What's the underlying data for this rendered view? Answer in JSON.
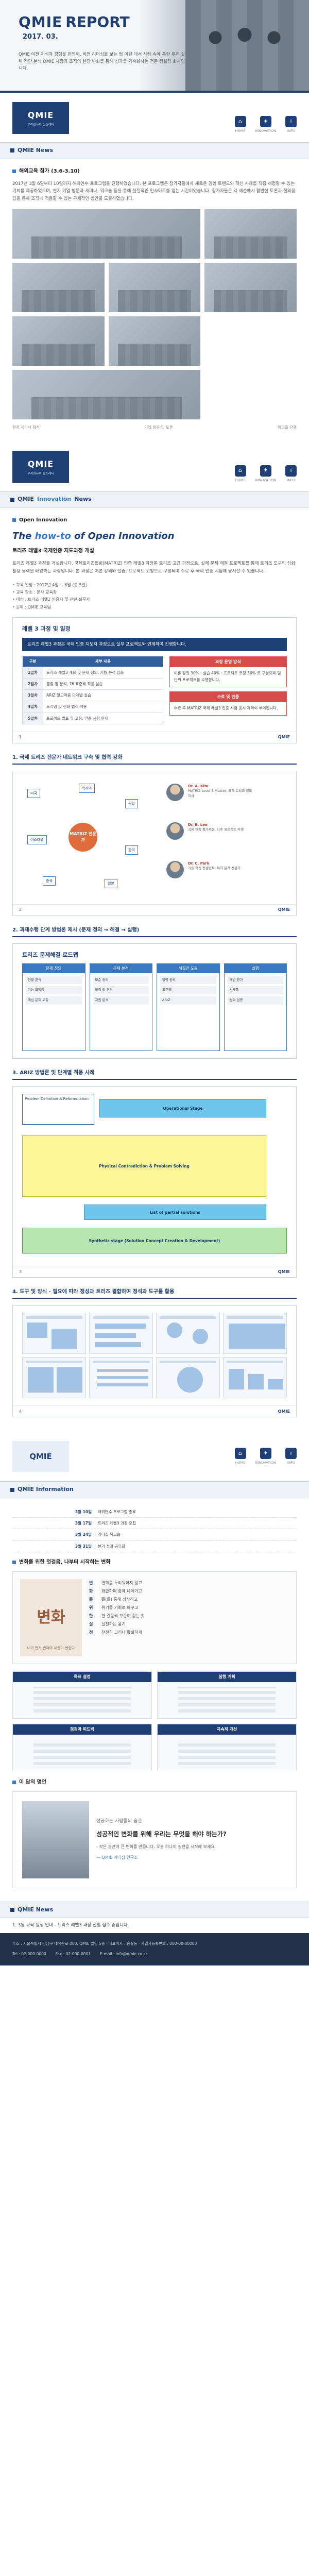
{
  "header": {
    "logo_main": "QMIE",
    "logo_report": "REPORT",
    "issue_date": "2017. 03.",
    "description": "QMIE 이전 지식과 경험을 반영해, 비전 리더십을 보는 법 이런 데서 사람 속에 통한 우리 실력 진단 분석 QMIE 사람과 조직의 현장 변화를 통해 성과를 가속화하는 전문 컨설팅 회사입니다."
  },
  "company": {
    "logo_main": "QMIE",
    "logo_sub": "우리회사의 뉴스레터",
    "nav": [
      {
        "icon": "home-icon",
        "glyph": "⌂",
        "label": "HOME"
      },
      {
        "icon": "innovation-icon",
        "glyph": "✦",
        "label": "INNOVATION"
      },
      {
        "icon": "info-icon",
        "glyph": "i",
        "label": "INFO"
      }
    ]
  },
  "sections": {
    "news_title": "QMIE News",
    "innovation_title_prefix": "QMIE ",
    "innovation_title_accent": "Innovation",
    "innovation_title_suffix": " News",
    "info_title": "QMIE Information",
    "news2_title": "QMIE News"
  },
  "news": {
    "sub_title": "해외교육 참가 (3.6-3.10)",
    "para": "2017년 3월 6일부터 10일까지 해외연수 프로그램을 진행하였습니다. 본 프로그램은 참가자들에게 새로운 경영 트렌드와 혁신 사례를 직접 체험할 수 있는 기회를 제공하였으며, 현지 기업 방문과 세미나, 워크숍 등을 통해 실질적인 인사이트를 얻는 시간이었습니다. 참가자들은 각 세션에서 활발한 토론과 질의응답을 통해 조직에 적용할 수 있는 구체적인 방안을 도출하였습니다.",
    "captions": [
      "현지 세미나 참석",
      "기업 방문 및 토론",
      "워크숍 진행"
    ]
  },
  "innovation": {
    "sub_title": "Open Innovation",
    "howto_prefix": "The ",
    "howto_accent": "how-to",
    "howto_suffix": " of Open Innovation",
    "course_title": "트리즈 레벨3 국제인증 지도과정 개설",
    "intro": "트리즈 레벨3 과정을 개설합니다. 국제트리즈협회(MATRIZ) 인증 레벨3 과정은 트리즈 고급 과정으로, 실제 문제 해결 프로젝트를 통해 트리즈 도구의 심화 활용 능력을 배양하는 과정입니다. 본 과정은 이론 강의와 실습, 프로젝트 코칭으로 구성되며 수료 후 국제 인증 시험에 응시할 수 있습니다.",
    "bullets": [
      "교육 일정 : 2017년 4월 ~ 6월 (총 5일)",
      "교육 장소 : 본사 교육장",
      "대상 : 트리즈 레벨2 인증자 및 관련 실무자",
      "문의 : QMIE 교육팀"
    ],
    "slide1": {
      "title": "레벨 3 과정 및 일정",
      "banner": "트리즈 레벨3 과정은 국제 인증 지도자 과정으로 실무 프로젝트와 연계하여 진행합니다.",
      "table_headers": [
        "구분",
        "세부 내용"
      ],
      "table_rows": [
        {
          "lab": "1일차",
          "text": "트리즈 레벨3 개요 및 문제 정의, 기능 분석 심화"
        },
        {
          "lab": "2일차",
          "text": "물질-장 분석, 76 표준해 적용 실습"
        },
        {
          "lab": "3일차",
          "text": "ARIZ 알고리즘 단계별 실습"
        },
        {
          "lab": "4일차",
          "text": "트리밍 및 진화 법칙 적용"
        },
        {
          "lab": "5일차",
          "text": "프로젝트 발표 및 코칭, 인증 시험 안내"
        }
      ],
      "box1_title": "과정 운영 방식",
      "box1_body": "이론 강의 30% · 실습 40% · 프로젝트 코칭 30% 로 구성되며 팀 단위 프로젝트를 수행합니다.",
      "box2_title": "수료 및 인증",
      "box2_body": "수료 후 MATRIZ 국제 레벨3 인증 시험 응시 자격이 부여됩니다.",
      "page": "1"
    },
    "h1": "1. 국제 트리즈 전문가 네트워크 구축 및 협력 강화",
    "network_hub": "MATRIZ 전문가",
    "network_nodes": [
      "미국",
      "러시아",
      "독일",
      "이스라엘",
      "한국",
      "중국",
      "일본"
    ],
    "persons": [
      {
        "name": "Dr. A. Kim",
        "desc": "MATRIZ Level 5 Master, 국제 트리즈 협회 이사"
      },
      {
        "name": "Dr. B. Lee",
        "desc": "국제 인증 평가위원, 다수 프로젝트 수행"
      },
      {
        "name": "Dr. C. Park",
        "desc": "기술 혁신 컨설턴트, 특허 분석 전문가"
      }
    ],
    "page2": "2",
    "h2": "2. 과제수행 단계 방법론 제시 (문제 정의 → 해결 → 실행)",
    "roadmap_title": "트리즈 문제해결 로드맵",
    "roadmap": [
      {
        "head": "문제 정의",
        "items": [
          "현황 분석",
          "기능 모델링",
          "핵심 문제 도출"
        ]
      },
      {
        "head": "문제 분석",
        "items": [
          "모순 정의",
          "물질-장 분석",
          "자원 분석"
        ]
      },
      {
        "head": "해결안 도출",
        "items": [
          "발명 원리",
          "표준해",
          "ARIZ"
        ]
      },
      {
        "head": "실행",
        "items": [
          "개념 평가",
          "시제품",
          "성과 검증"
        ]
      }
    ],
    "h3": "3. ARIZ 방법론 및 단계별 적용 사례",
    "ariz": {
      "box_a": "Problem Definition & Reformulation",
      "band_1": "Operational Stage",
      "band_2": "Physical Contradiction & Problem Solving",
      "band_3": "List of partial solutions",
      "band_4": "Synthetic stage (Solution Concept Creation & Development)"
    },
    "page3": "3",
    "h4": "4. 도구 및 방식 - 필요에 따라 정성과 트리즈 결합하여 정석과 도구를 활용",
    "page4": "4"
  },
  "info": {
    "logo": "QMIE",
    "calendar": [
      {
        "date": "3월 10일",
        "event": "해외연수 프로그램 종료"
      },
      {
        "date": "3월 17일",
        "event": "트리즈 레벨3 과정 모집"
      },
      {
        "date": "3월 24일",
        "event": "리더십 워크숍"
      },
      {
        "date": "3월 31일",
        "event": "분기 성과 공유회"
      }
    ],
    "intro_title": "변화를 위한 첫걸음, 나부터 시작하는 변화",
    "poem_art_big": "변화",
    "poem_art_sub": "내가 먼저 변해야 세상이 변한다",
    "poem_lines": [
      {
        "k": "변",
        "v": "변화를 두려워하지 않고"
      },
      {
        "k": "화",
        "v": "화합하며 함께 나아가고"
      },
      {
        "k": "를",
        "v": "를(를) 통해 성장하고"
      },
      {
        "k": "위",
        "v": "위기를 기회로 바꾸고"
      },
      {
        "k": "한",
        "v": "한 걸음씩 꾸준히 걷는 것"
      },
      {
        "k": "실",
        "v": "실천하는 용기"
      },
      {
        "k": "천",
        "v": "천천히 그러나 확실하게"
      }
    ],
    "keys": [
      "목표 설정",
      "실행 계획",
      "점검과 피드백",
      "지속적 개선"
    ],
    "quote_title": "이 달의 명언",
    "quote_sub": "성공하는 사람들의 습관",
    "quote_main": "성공적인 변화를 위해 우리는 무엇을 해야 하는가?",
    "quote_detail": "- 작은 습관이 큰 변화를 만듭니다. 오늘 하나의 실천을 시작해 보세요.",
    "quote_author": "— QMIE 리더십 연구소"
  },
  "news2": {
    "line": "1. 3월 교육 일정 안내 - 트리즈 레벨3 과정 신청 접수 중입니다."
  },
  "footer": {
    "address": "주소 : 서울특별시 강남구 테헤란로 000, QMIE 빌딩 5층 · 대표이사 : 홍길동 · 사업자등록번호 : 000-00-00000",
    "tel": "Tel : 02-000-0000",
    "fax": "Fax : 02-000-0001",
    "email": "E-mail : info@qmie.co.kr"
  }
}
